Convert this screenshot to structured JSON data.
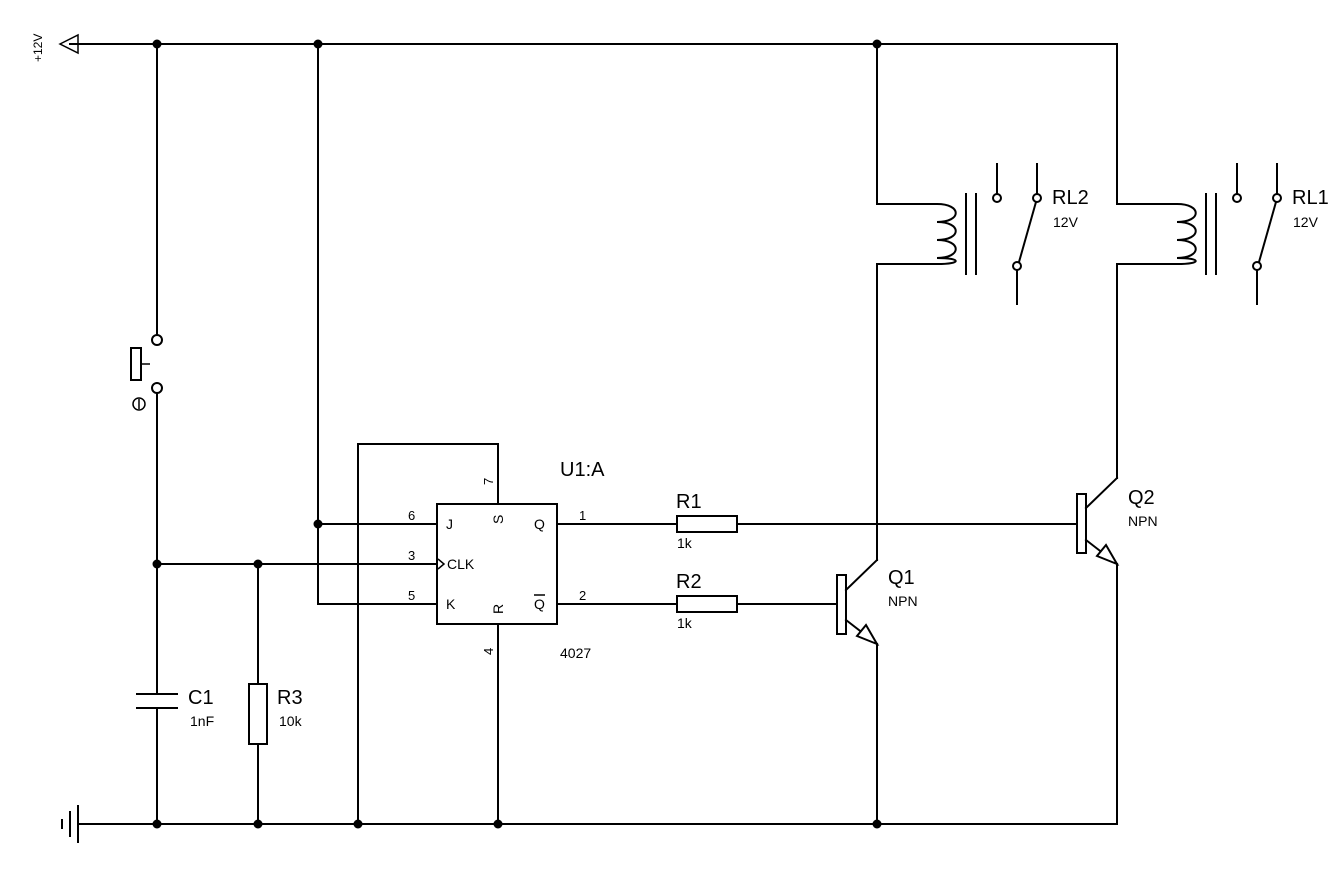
{
  "rails": {
    "vcc_label": "+12V"
  },
  "u1": {
    "ref": "U1:A",
    "part": "4027",
    "pins": {
      "j": "J",
      "clk": "CLK",
      "k": "K",
      "s": "S",
      "r": "R",
      "q": "Q",
      "qbar": "Q"
    },
    "pin_numbers": {
      "j": "6",
      "clk": "3",
      "k": "5",
      "s": "7",
      "r": "4",
      "q": "1",
      "qbar": "2"
    }
  },
  "r1": {
    "ref": "R1",
    "value": "1k"
  },
  "r2": {
    "ref": "R2",
    "value": "1k"
  },
  "r3": {
    "ref": "R3",
    "value": "10k"
  },
  "c1": {
    "ref": "C1",
    "value": "1nF"
  },
  "q1": {
    "ref": "Q1",
    "type": "NPN"
  },
  "q2": {
    "ref": "Q2",
    "type": "NPN"
  },
  "rl1": {
    "ref": "RL1",
    "value": "12V"
  },
  "rl2": {
    "ref": "RL2",
    "value": "12V"
  }
}
